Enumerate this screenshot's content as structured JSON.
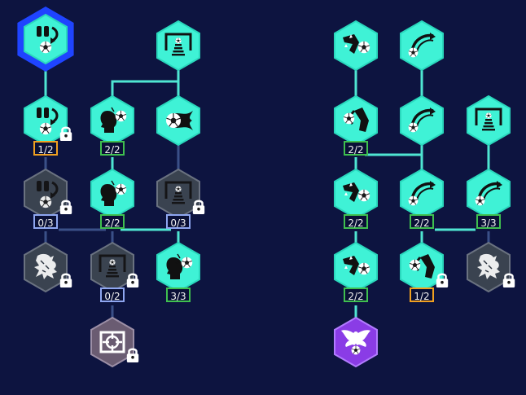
{
  "colors": {
    "background": "#0d1440",
    "node_fill": "#3ff2d6",
    "node_locked": "#3a4350",
    "node_selected_border": "#1f44ff",
    "node_special": "#8a3ce6",
    "node_target": "#6a5c72",
    "link_active": "#4fe6d2",
    "link_inactive": "#3a5088",
    "badge_green": "#3fbf4f",
    "badge_orange": "#f0a020",
    "badge_blue": "#8ea6f0"
  },
  "nodes": [
    {
      "id": "l-dribble-top",
      "icon": "dribble-icon",
      "state": "selected",
      "locked": false,
      "badge": null
    },
    {
      "id": "l-goal-top",
      "icon": "goal-icon",
      "state": "active",
      "locked": false,
      "badge": null
    },
    {
      "id": "l-dribble-2",
      "icon": "dribble-icon",
      "state": "active",
      "locked": true,
      "badge": {
        "text": "1/2",
        "color": "orange"
      }
    },
    {
      "id": "l-header-1",
      "icon": "header-icon",
      "state": "active",
      "locked": false,
      "badge": {
        "text": "2/2",
        "color": "green"
      }
    },
    {
      "id": "l-fireball",
      "icon": "fireball-icon",
      "state": "active",
      "locked": false,
      "badge": null
    },
    {
      "id": "l-dribble-3",
      "icon": "dribble-icon",
      "state": "locked",
      "locked": true,
      "badge": {
        "text": "0/3",
        "color": "blue"
      }
    },
    {
      "id": "l-header-2",
      "icon": "header-icon",
      "state": "active",
      "locked": false,
      "badge": {
        "text": "2/2",
        "color": "green"
      }
    },
    {
      "id": "l-goal-2",
      "icon": "goal-icon",
      "state": "locked",
      "locked": true,
      "badge": {
        "text": "0/3",
        "color": "blue"
      }
    },
    {
      "id": "l-lion",
      "icon": "lion-crest-icon",
      "state": "locked",
      "locked": true,
      "badge": null
    },
    {
      "id": "l-goal-3",
      "icon": "goal-icon",
      "state": "locked",
      "locked": true,
      "badge": {
        "text": "0/2",
        "color": "blue"
      }
    },
    {
      "id": "l-header-3",
      "icon": "header-icon",
      "state": "active",
      "locked": false,
      "badge": {
        "text": "3/3",
        "color": "green"
      }
    },
    {
      "id": "l-target",
      "icon": "target-icon",
      "state": "target",
      "locked": true,
      "badge": null
    },
    {
      "id": "r-kick-top",
      "icon": "kick-icon",
      "state": "active",
      "locked": false,
      "badge": null
    },
    {
      "id": "r-curve-top",
      "icon": "curve-shot-icon",
      "state": "active",
      "locked": false,
      "badge": null
    },
    {
      "id": "r-tackle-1",
      "icon": "tackle-icon",
      "state": "active",
      "locked": false,
      "badge": {
        "text": "2/2",
        "color": "green"
      }
    },
    {
      "id": "r-curve-2",
      "icon": "curve-shot-icon",
      "state": "active",
      "locked": false,
      "badge": null
    },
    {
      "id": "r-goal-1",
      "icon": "goal-icon",
      "state": "active",
      "locked": false,
      "badge": null
    },
    {
      "id": "r-kick-2",
      "icon": "kick-icon",
      "state": "active",
      "locked": false,
      "badge": {
        "text": "2/2",
        "color": "green"
      }
    },
    {
      "id": "r-curve-3",
      "icon": "curve-shot-icon",
      "state": "active",
      "locked": false,
      "badge": {
        "text": "2/2",
        "color": "green"
      }
    },
    {
      "id": "r-curve-4",
      "icon": "curve-shot-icon",
      "state": "active",
      "locked": false,
      "badge": {
        "text": "3/3",
        "color": "green"
      }
    },
    {
      "id": "r-kick-3",
      "icon": "kick-icon",
      "state": "active",
      "locked": false,
      "badge": {
        "text": "2/2",
        "color": "green"
      }
    },
    {
      "id": "r-tackle-2",
      "icon": "tackle-icon",
      "state": "active",
      "locked": true,
      "badge": {
        "text": "1/2",
        "color": "orange"
      }
    },
    {
      "id": "r-lion",
      "icon": "lion-crest-icon",
      "state": "locked",
      "locked": true,
      "badge": null
    },
    {
      "id": "r-eagle",
      "icon": "eagle-icon",
      "state": "special",
      "locked": false,
      "badge": null
    }
  ]
}
